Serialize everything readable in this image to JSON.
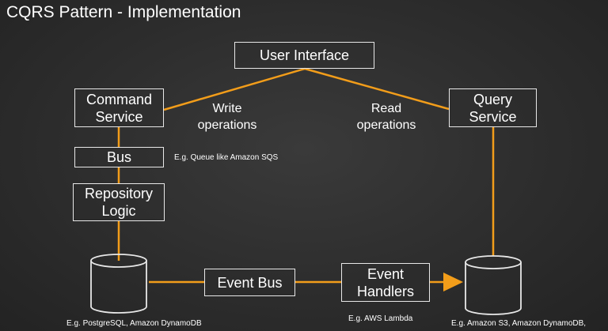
{
  "title": "CQRS Pattern - Implementation",
  "colors": {
    "background": "#2d2d2d",
    "connector": "#f29d1a",
    "box_border": "#e8e8e8",
    "text": "#ffffff"
  },
  "nodes": {
    "user_interface": "User Interface",
    "command_service": {
      "line1": "Command",
      "line2": "Service"
    },
    "query_service": {
      "line1": "Query",
      "line2": "Service"
    },
    "bus": "Bus",
    "repository_logic": {
      "line1": "Repository",
      "line2": "Logic"
    },
    "event_bus": "Event Bus",
    "event_handlers": {
      "line1": "Event",
      "line2": "Handlers"
    }
  },
  "edge_labels": {
    "write": {
      "line1": "Write",
      "line2": "operations"
    },
    "read": {
      "line1": "Read",
      "line2": "operations"
    }
  },
  "notes": {
    "bus": "E.g. Queue like Amazon SQS",
    "write_db": "E.g. PostgreSQL, Amazon DynamoDB",
    "event_handlers": "E.g. AWS Lambda",
    "read_db": "E.g. Amazon S3, Amazon DynamoDB,"
  }
}
